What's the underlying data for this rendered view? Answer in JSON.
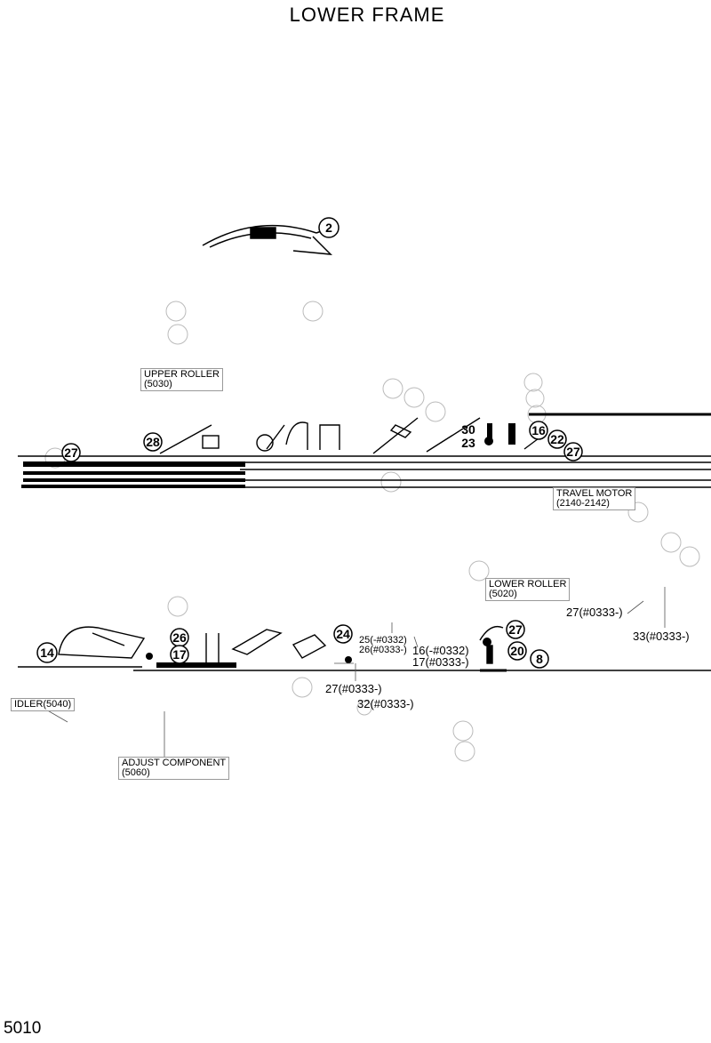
{
  "title": "LOWER  FRAME",
  "page_number": "5010",
  "boxed_labels": {
    "upper_roller": {
      "name": "UPPER ROLLER",
      "ref": "(5030)"
    },
    "travel_motor": {
      "name": "TRAVEL MOTOR",
      "ref": "(2140-2142)"
    },
    "lower_roller": {
      "name": "LOWER ROLLER",
      "ref": "(5020)"
    },
    "idler": {
      "name": "IDLER(5040)"
    },
    "adjust_component": {
      "name": "ADJUST COMPONENT",
      "ref": "(5060)"
    }
  },
  "callouts": {
    "c27_a": "27(#0333-)",
    "c33": "33(#0333-)",
    "c25": "25(-#0332)",
    "c26": "26(#0333-)",
    "c16": "16(-#0332)",
    "c17": "17(#0333-)",
    "c27_b": "27(#0333-)",
    "c32": "32(#0333-)"
  },
  "part_numbers": {
    "p2": "2",
    "p28": "28",
    "p27_left": "27",
    "p30": "30",
    "p23": "23",
    "p16": "16",
    "p22": "22",
    "p27_right": "27",
    "p14": "14",
    "p26": "26",
    "p17": "17",
    "p24": "24",
    "p27_lower": "27",
    "p20": "20",
    "p8": "8"
  }
}
